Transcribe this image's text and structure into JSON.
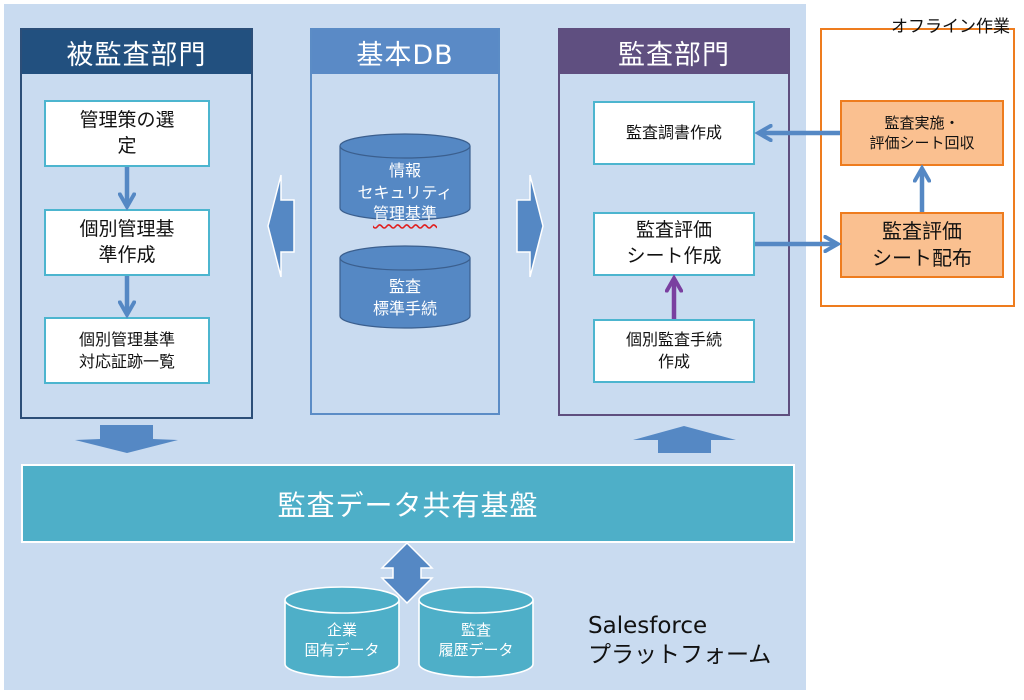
{
  "platform": {
    "label_line1": "Salesforce",
    "label_line2": "プラットフォーム",
    "background_color": "#c9dbf0"
  },
  "audited_department": {
    "title": "被監査部門",
    "steps": [
      {
        "line1": "管理策の選",
        "line2": "定"
      },
      {
        "line1": "個別管理基",
        "line2": "準作成"
      },
      {
        "line1": "個別管理基準",
        "line2": "対応証跡一覧"
      }
    ]
  },
  "basic_db": {
    "title": "基本DB",
    "databases": [
      {
        "line1": "情報",
        "line2": "セキュリティ",
        "line3": "管理基準"
      },
      {
        "line1": "監査",
        "line2": "標準手続"
      }
    ]
  },
  "audit_department": {
    "title": "監査部門",
    "steps": [
      {
        "line1": "監査調書作成"
      },
      {
        "line1": "監査評価",
        "line2": "シート作成"
      },
      {
        "line1": "個別監査手続",
        "line2": "作成"
      }
    ]
  },
  "offline_work": {
    "title": "オフライン作業",
    "steps": [
      {
        "line1": "監査実施・",
        "line2": "評価シート回収"
      },
      {
        "line1": "監査評価",
        "line2": "シート配布"
      }
    ]
  },
  "shared_platform": {
    "title": "監査データ共有基盤"
  },
  "data_stores": [
    {
      "line1": "企業",
      "line2": "固有データ"
    },
    {
      "line1": "監査",
      "line2": "履歴データ"
    }
  ],
  "colors": {
    "arrow_blue": "#5588c4",
    "arrow_purple": "#7a3fa0",
    "offline_orange": "#ee7c1e",
    "offline_fill": "#fac090",
    "banner_teal": "#4eafc8"
  }
}
